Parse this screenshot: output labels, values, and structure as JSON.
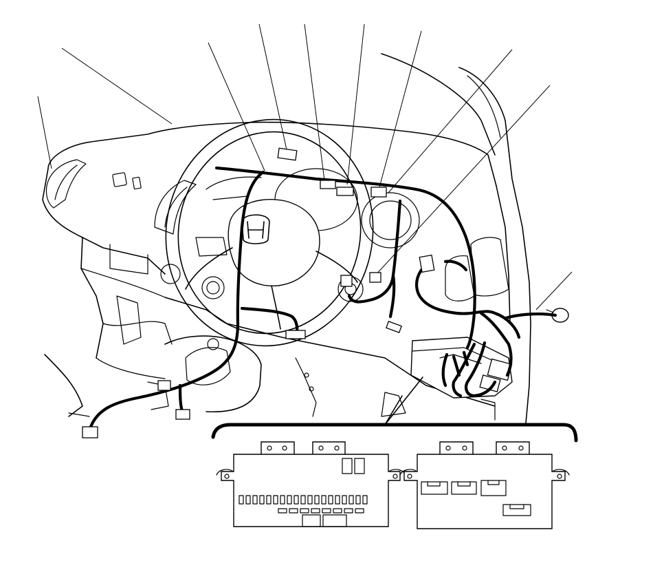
{
  "diagram": {
    "line_color": "#000000",
    "background_color": "#ffffff",
    "emblem": "honda-logo",
    "callout_leaders": 10,
    "fuse_boxes": [
      "under-dash-fuse-box-left",
      "under-dash-fuse-box-right"
    ]
  }
}
